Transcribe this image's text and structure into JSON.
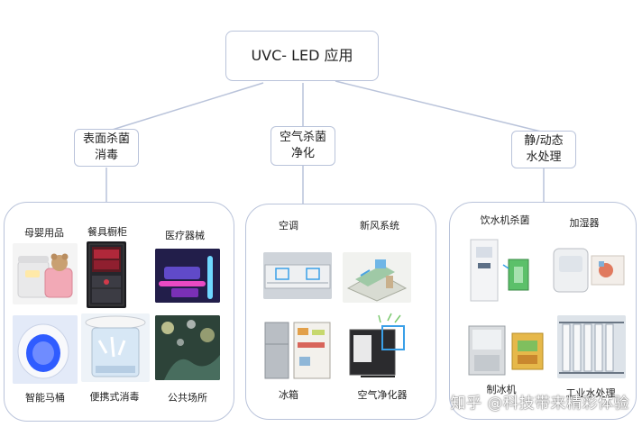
{
  "root": {
    "label": "UVC- LED 应用"
  },
  "categories": [
    {
      "label_line1": "表面杀菌",
      "label_line2": "消毒"
    },
    {
      "label_line1": "空气杀菌",
      "label_line2": "净化"
    },
    {
      "label_line1": "静/动态",
      "label_line2": "水处理"
    }
  ],
  "surface_items": [
    "母婴用品",
    "餐具橱柜",
    "医疗器械",
    "智能马桶",
    "便携式消毒",
    "公共场所"
  ],
  "air_items": [
    "空调",
    "新风系统",
    "冰箱",
    "空气净化器"
  ],
  "water_items": [
    "饮水机杀菌",
    "加湿器",
    "制冰机",
    "工业水处理"
  ],
  "watermark": "知乎 @科技带来精彩体验",
  "colors": {
    "line": "#b9c3da",
    "border": "#b9c3da",
    "accent": "#4aa3e0"
  }
}
